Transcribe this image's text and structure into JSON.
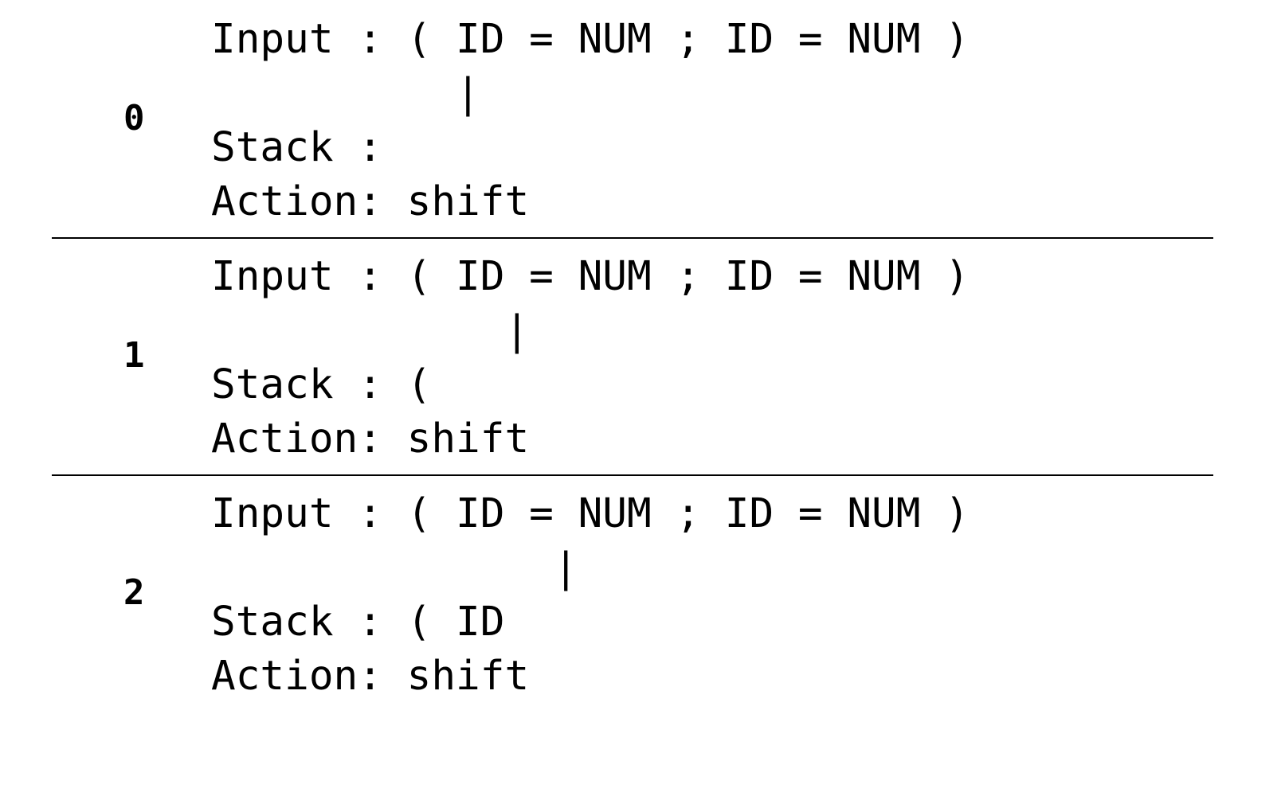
{
  "document": {
    "kind": "parser-trace-table",
    "background_color": "#ffffff",
    "text_color": "#000000",
    "divider_color": "#000000"
  },
  "labels": {
    "input_label": "Input :",
    "stack_label": "Stack :",
    "action_label": "Action:",
    "cursor_glyph": "|"
  },
  "rows": [
    {
      "number": "0",
      "input_line": "Input : ( ID = NUM ; ID = NUM )",
      "cursor_line": "          |",
      "stack_line": "Stack :",
      "action_line": "Action: shift",
      "input_tokens": [
        "(",
        "ID",
        "=",
        "NUM",
        ";",
        "ID",
        "=",
        "NUM",
        ")"
      ],
      "cursor_column": 10,
      "stack_contents": "",
      "action": "shift"
    },
    {
      "number": "1",
      "input_line": "Input : ( ID = NUM ; ID = NUM )",
      "cursor_line": "            |",
      "stack_line": "Stack : (",
      "action_line": "Action: shift",
      "input_tokens": [
        "(",
        "ID",
        "=",
        "NUM",
        ";",
        "ID",
        "=",
        "NUM",
        ")"
      ],
      "cursor_column": 12,
      "stack_contents": "(",
      "action": "shift"
    },
    {
      "number": "2",
      "input_line": "Input : ( ID = NUM ; ID = NUM )",
      "cursor_line": "              |",
      "stack_line": "Stack : ( ID",
      "action_line": "Action: shift",
      "input_tokens": [
        "(",
        "ID",
        "=",
        "NUM",
        ";",
        "ID",
        "=",
        "NUM",
        ")"
      ],
      "cursor_column": 14,
      "stack_contents": "( ID",
      "action": "shift"
    }
  ]
}
